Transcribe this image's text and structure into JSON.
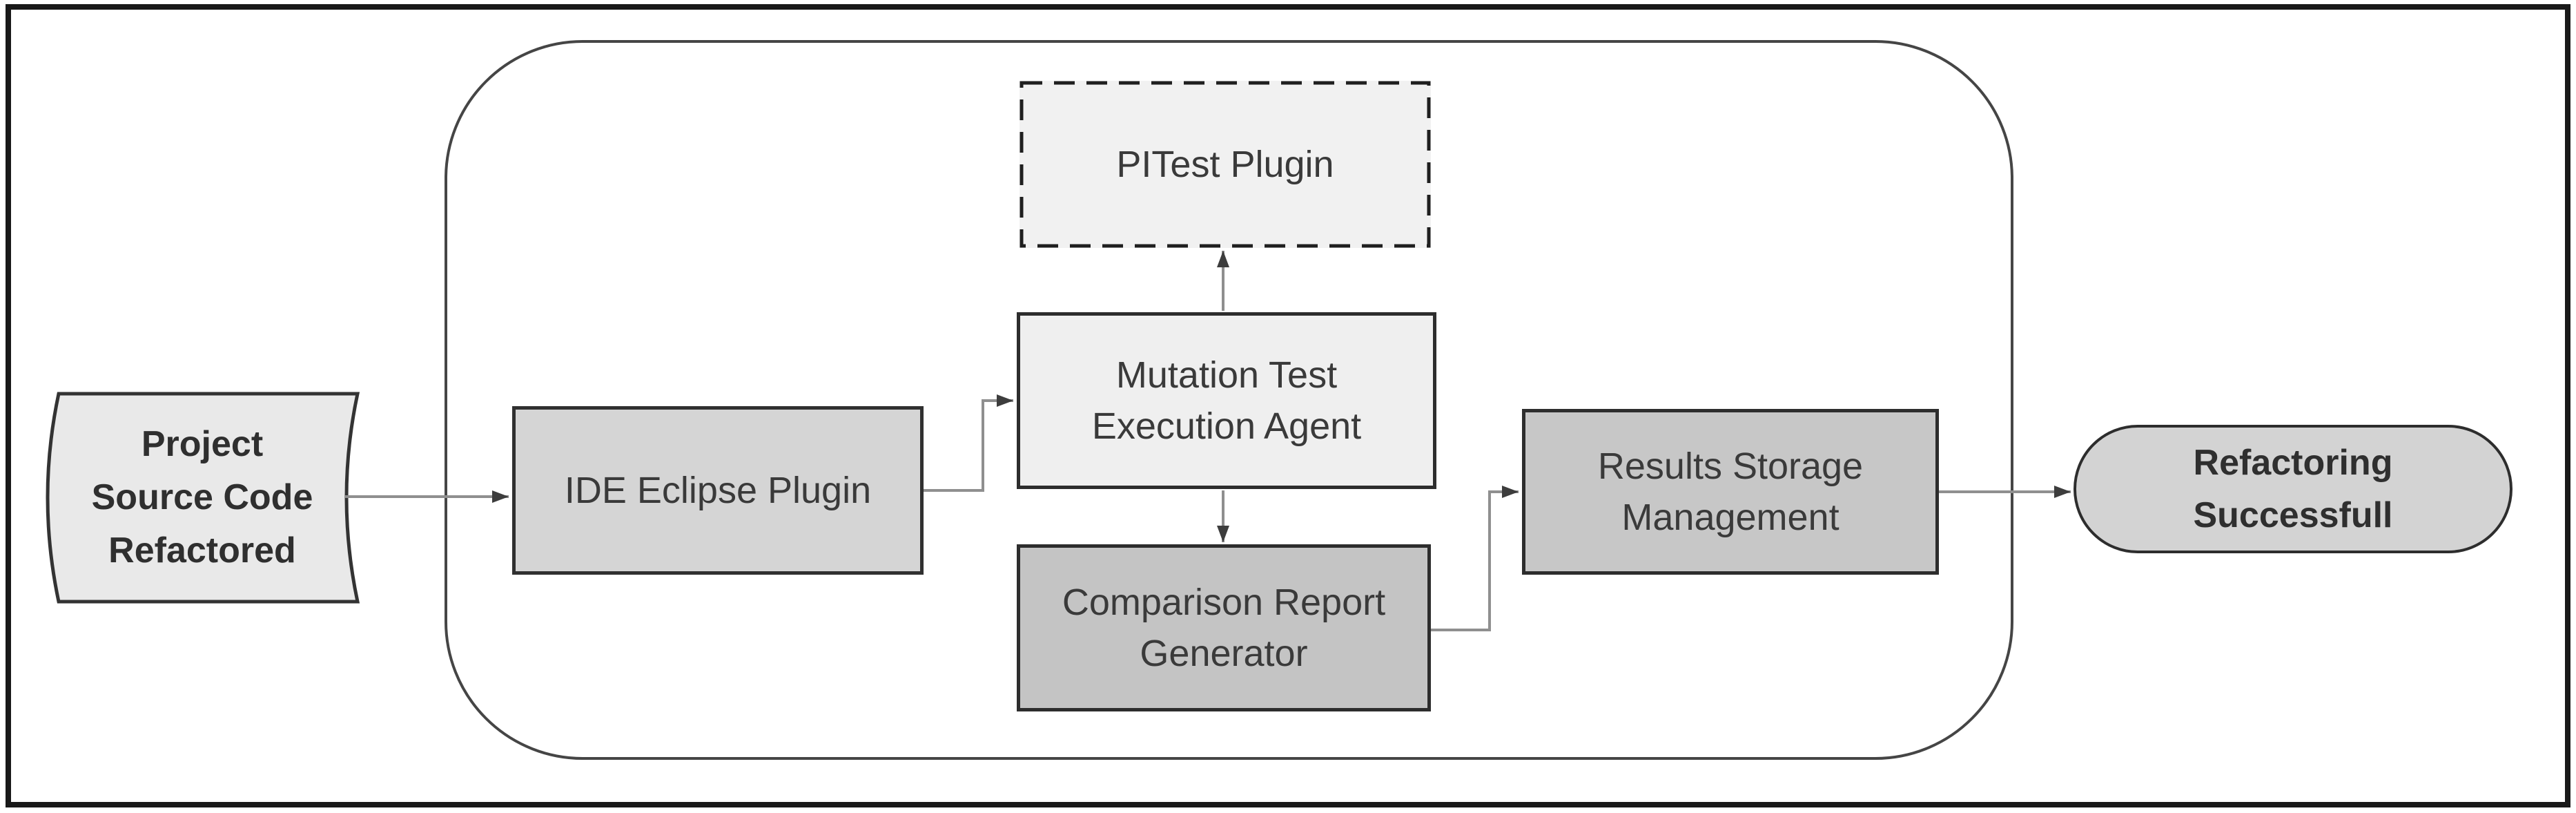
{
  "figure": {
    "type": "flowchart",
    "background": "#ffffff",
    "frame_color": "#191919",
    "boundary_color": "#454545",
    "connector_color": "#8f8f8f",
    "arrowhead_color": "#3d3d3d",
    "nodes": {
      "project_source_code": {
        "shape": "stored-data",
        "lines": [
          "Project",
          "Source Code",
          "Refactored"
        ],
        "fill": "#e9e9e9",
        "border_color": "#333333",
        "text_bold": true
      },
      "ide_eclipse_plugin": {
        "shape": "process",
        "label": "IDE Eclipse Plugin",
        "fill": "#d5d5d5",
        "border_color": "#303030"
      },
      "pitest_plugin": {
        "shape": "process-dashed",
        "label": "PITest Plugin",
        "fill": "#f1f1f1",
        "border_color": "#1f1f1f"
      },
      "mutation_test_execution_agent": {
        "shape": "process",
        "lines": [
          "Mutation Test",
          "Execution Agent"
        ],
        "fill": "#efefef",
        "border_color": "#2d2d2d"
      },
      "comparison_report_generator": {
        "shape": "process",
        "lines": [
          "Comparison Report",
          "Generator"
        ],
        "fill": "#c4c4c4",
        "border_color": "#2d2d2d"
      },
      "results_storage_management": {
        "shape": "process",
        "lines": [
          "Results Storage",
          "Management"
        ],
        "fill": "#c7c7c7",
        "border_color": "#2d2d2d"
      },
      "refactoring_successfull": {
        "shape": "terminator",
        "lines": [
          "Refactoring",
          "Successfull"
        ],
        "fill": "#d3d3d3",
        "border_color": "#2d2d2d",
        "text_bold": true
      }
    },
    "edges": [
      {
        "from": "project_source_code",
        "to": "ide_eclipse_plugin"
      },
      {
        "from": "ide_eclipse_plugin",
        "to": "mutation_test_execution_agent"
      },
      {
        "from": "mutation_test_execution_agent",
        "to": "pitest_plugin"
      },
      {
        "from": "mutation_test_execution_agent",
        "to": "comparison_report_generator"
      },
      {
        "from": "comparison_report_generator",
        "to": "results_storage_management"
      },
      {
        "from": "results_storage_management",
        "to": "refactoring_successfull"
      }
    ]
  }
}
